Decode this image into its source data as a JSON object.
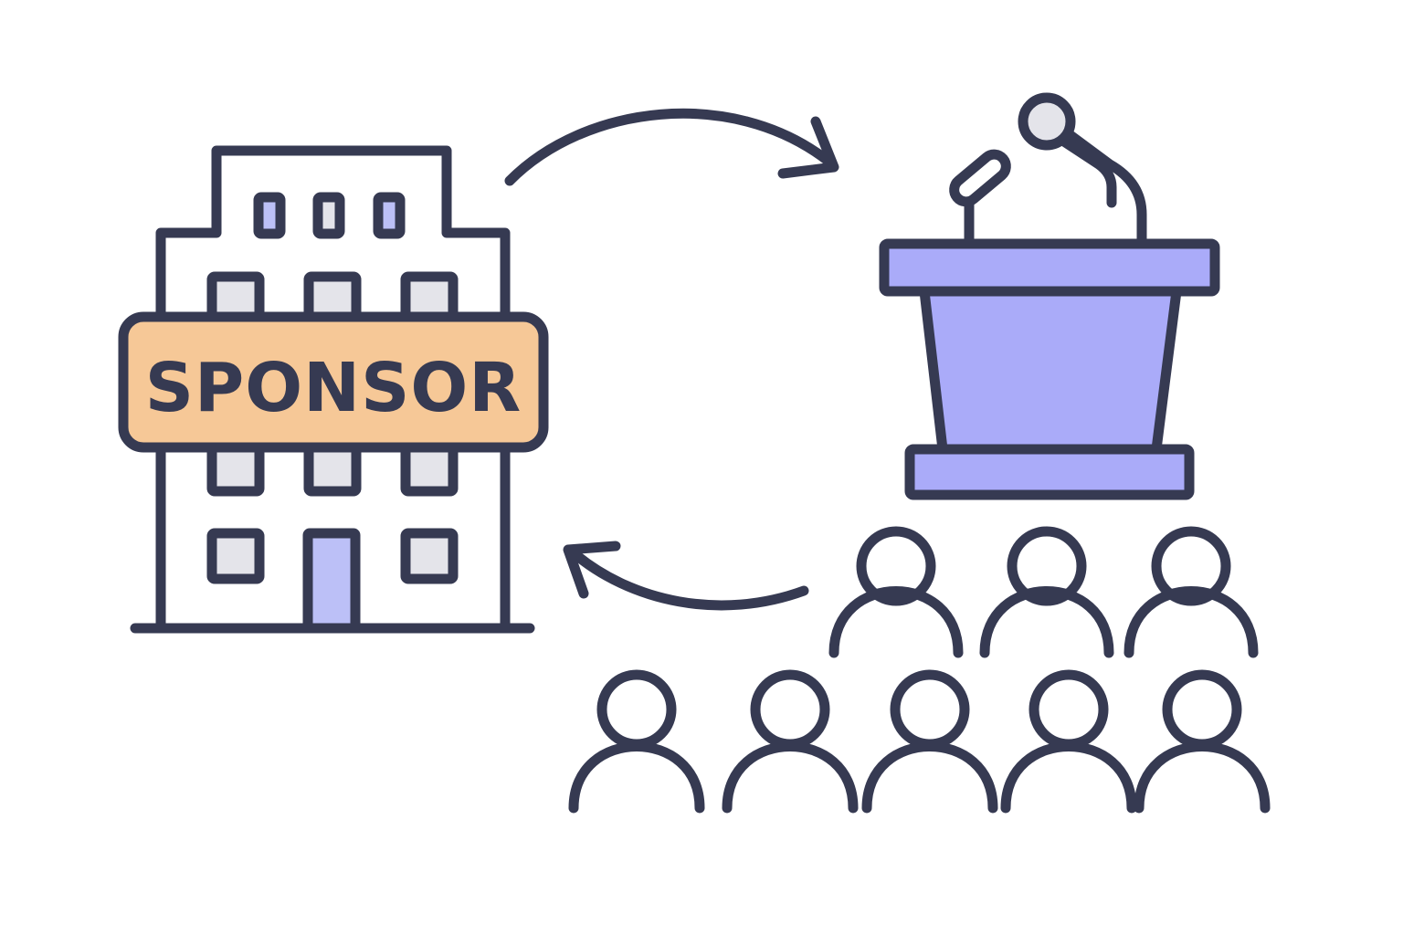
{
  "diagram": {
    "sponsor_label": "SPONSOR",
    "nodes": [
      {
        "id": "sponsor",
        "icon": "office-building-icon"
      },
      {
        "id": "podium",
        "icon": "podium-microphone-icon"
      },
      {
        "id": "audience",
        "icon": "audience-people-icon",
        "people_count": 8
      }
    ],
    "edges": [
      {
        "from": "sponsor",
        "to": "podium",
        "icon": "curved-arrow-icon"
      },
      {
        "from": "audience",
        "to": "sponsor",
        "icon": "curved-arrow-icon"
      }
    ]
  },
  "colors": {
    "stroke": "#363a52",
    "banner": "#f6c897",
    "podium": "#aaabf9",
    "window_light": "#e4e4ea",
    "window_blue": "#bcc0f7",
    "background": "#ffffff"
  }
}
